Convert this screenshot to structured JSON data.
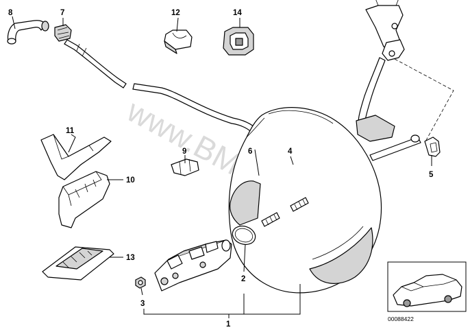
{
  "diagram": {
    "watermark": "www.BMWstore.pl",
    "reference_code": "00088422",
    "callouts": {
      "c1": "1",
      "c2": "2",
      "c3": "3",
      "c4": "4",
      "c5": "5",
      "c6": "6",
      "c7": "7",
      "c8": "8",
      "c9": "9",
      "c10": "10",
      "c11": "11",
      "c12": "12",
      "c13": "13",
      "c14": "14"
    }
  }
}
